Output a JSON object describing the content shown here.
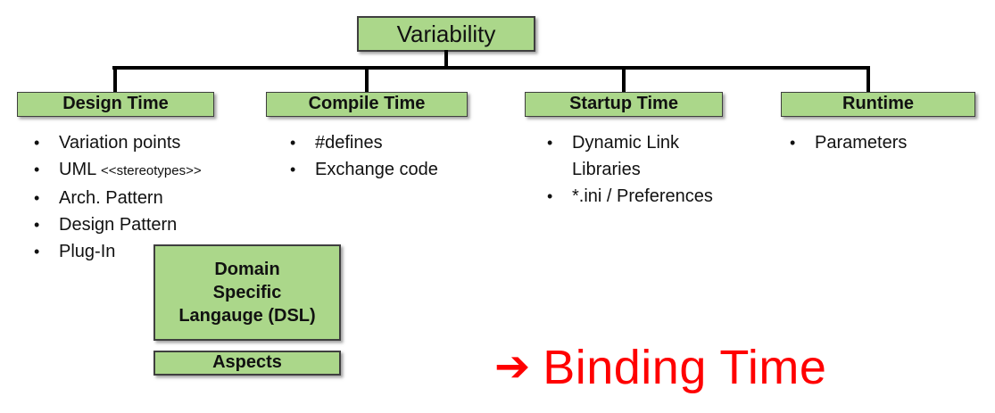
{
  "diagram": {
    "bullet_char": "•",
    "root_label": "Variability",
    "branches": [
      {
        "label": "Design Time",
        "items": [
          {
            "text": "Variation points"
          },
          {
            "text": "UML",
            "small": "<<stereotypes>>"
          },
          {
            "text": "Arch. Pattern"
          },
          {
            "text": "Design Pattern"
          },
          {
            "text": "Plug-In"
          }
        ]
      },
      {
        "label": "Compile Time",
        "items": [
          {
            "text": "#defines"
          },
          {
            "text": "Exchange code"
          }
        ]
      },
      {
        "label": "Startup Time",
        "items": [
          {
            "text": "Dynamic Link Libraries"
          },
          {
            "text": "*.ini / Preferences"
          }
        ]
      },
      {
        "label": "Runtime",
        "items": [
          {
            "text": "Parameters"
          }
        ]
      }
    ],
    "dsl_box": {
      "line1": "Domain",
      "line2": "Specific",
      "line3": "Langauge (DSL)"
    },
    "aspects_box": {
      "label": "Aspects"
    },
    "annotation": {
      "arrow": "➔",
      "label": "Binding Time",
      "color": "#ff0000"
    },
    "colors": {
      "box_fill": "#abd78a",
      "box_border": "#3f3f3f",
      "line": "#000000",
      "accent_red": "#ff0000"
    }
  }
}
